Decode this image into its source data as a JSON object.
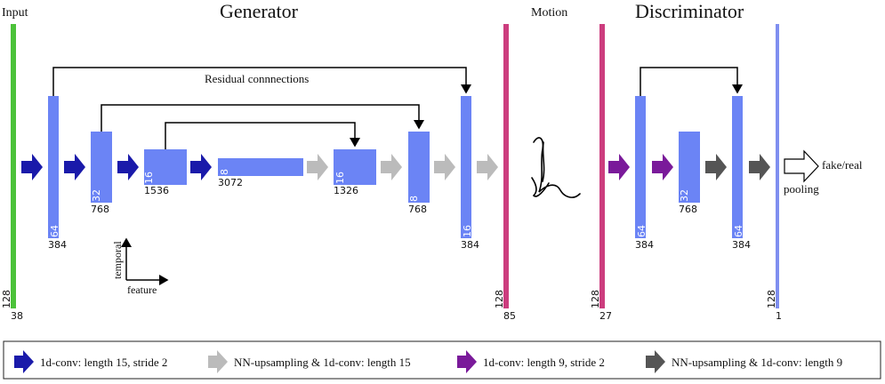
{
  "titles": {
    "input": "Input",
    "generator": "Generator",
    "motion": "Motion",
    "discriminator": "Discriminator"
  },
  "residual_label": "Residual connnections",
  "axes": {
    "vertical": "temporal",
    "horizontal": "feature"
  },
  "output": {
    "label": "fake/real",
    "pooling": "pooling"
  },
  "dims": {
    "input": {
      "channels": "128",
      "length": "38"
    },
    "gen_enc_1": {
      "channels": "64",
      "length": "384"
    },
    "gen_enc_2": {
      "channels": "32",
      "length": "768"
    },
    "gen_enc_3": {
      "channels": "16",
      "length": "1536"
    },
    "gen_bottleneck": {
      "channels": "8",
      "length": "3072"
    },
    "gen_dec_1": {
      "channels": "16",
      "length": "1326"
    },
    "gen_dec_2": {
      "channels": "8",
      "length": "768"
    },
    "gen_dec_3": {
      "channels": "16",
      "length": "384"
    },
    "motion_out": {
      "channels": "128",
      "length": "85"
    },
    "disc_in": {
      "channels": "128",
      "length": "27"
    },
    "disc_1": {
      "channels": "64",
      "length": "384"
    },
    "disc_2": {
      "channels": "32",
      "length": "768"
    },
    "disc_3": {
      "channels": "64",
      "length": "384"
    },
    "disc_out": {
      "channels": "128",
      "length": "1"
    }
  },
  "legend": [
    {
      "color": "#1a1aaa",
      "text": "1d-conv: length 15, stride 2"
    },
    {
      "color": "#bbbbbb",
      "text": "NN-upsampling & 1d-conv: length 15"
    },
    {
      "color": "#7a1a9a",
      "text": "1d-conv: length 9, stride 2"
    },
    {
      "color": "#555555",
      "text": "NN-upsampling & 1d-conv: length 9"
    }
  ],
  "colors": {
    "block": "#6b84f5",
    "input_bar": "#4cc23a",
    "motion_bar": "#cc3d7e",
    "disc_out_bar": "#7f8ff0",
    "conv15": "#1a1aaa",
    "up15": "#bbbbbb",
    "conv9": "#7a1a9a",
    "up9": "#555555"
  },
  "icons": [
    "sketch-figure-icon",
    "hollow-arrow-icon",
    "axis-arrows-icon"
  ]
}
